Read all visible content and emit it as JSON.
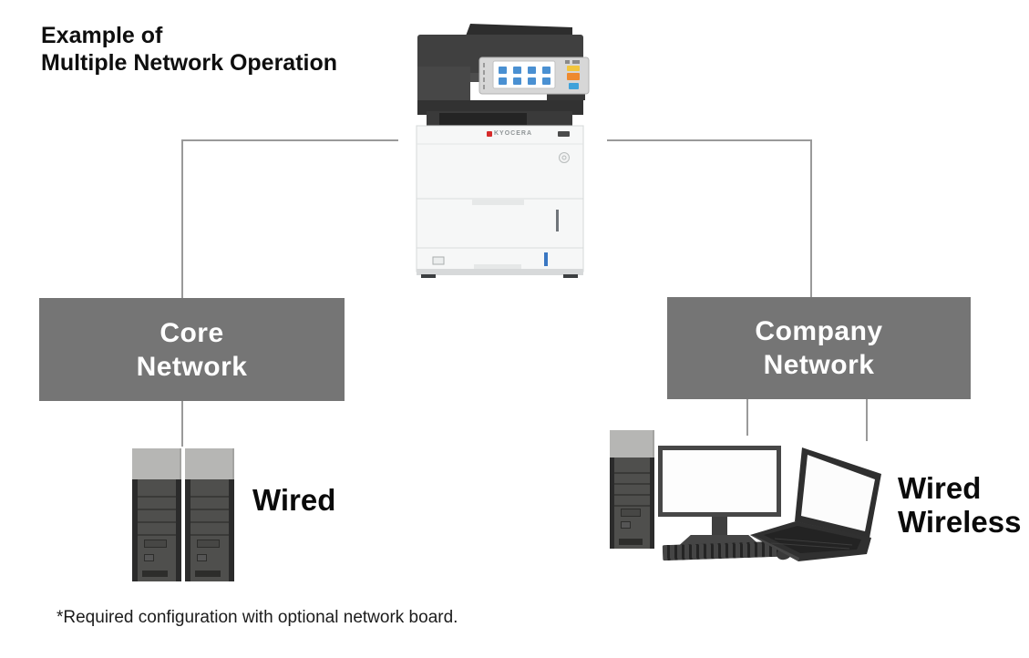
{
  "title": {
    "line1": "Example of",
    "line2": "Multiple Network Operation"
  },
  "printer": {
    "brand": "KYOCERA",
    "type": "multifunction-printer"
  },
  "boxes": {
    "core": {
      "line1": "Core",
      "line2": "Network"
    },
    "company": {
      "line1": "Company",
      "line2": "Network"
    }
  },
  "connection_labels": {
    "core": "Wired",
    "company_line1": "Wired",
    "company_line2": "Wireless"
  },
  "footnote": "*Required configuration with optional network board.",
  "colors": {
    "network_box_bg": "#757575",
    "network_box_text": "#ffffff",
    "connector_line": "#9a9a9a",
    "device_dark": "#4f4f4d",
    "device_cap_gray": "#b6b6b4",
    "brand_red": "#d62b2b",
    "touch_icon_blue": "#4a90d2",
    "panel_button_yellow": "#f2c63e",
    "panel_button_orange": "#ee8a2f",
    "panel_button_blue": "#3fa2da"
  }
}
